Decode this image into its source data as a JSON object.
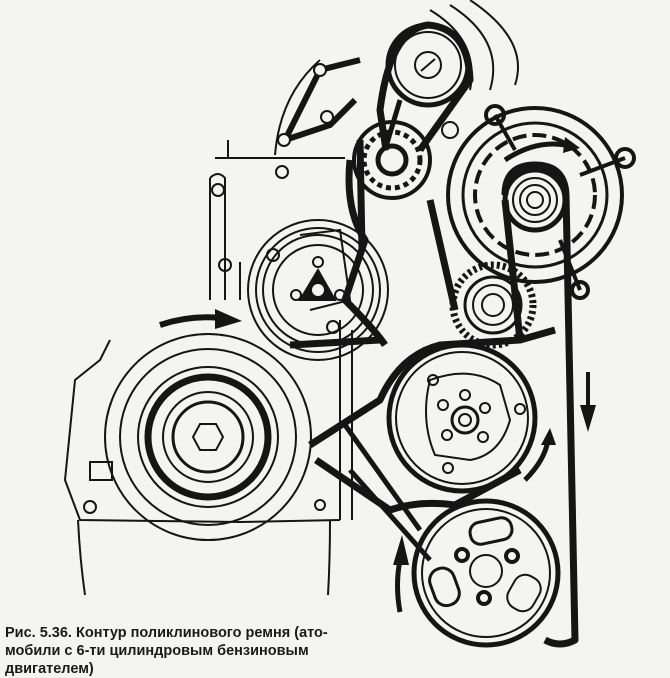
{
  "figure": {
    "type": "serpentine-belt-routing-diagram",
    "components": [
      {
        "id": "idler-top",
        "label": "idler pulley (upper)"
      },
      {
        "id": "tensioner",
        "label": "belt tensioner"
      },
      {
        "id": "ac-compressor-upper",
        "label": "pulley (left-middle)"
      },
      {
        "id": "alternator",
        "label": "alternator"
      },
      {
        "id": "idler-ribbed",
        "label": "ribbed idler pulley"
      },
      {
        "id": "crankshaft",
        "label": "crankshaft pulley"
      },
      {
        "id": "ac-compressor",
        "label": "A/C compressor pulley"
      },
      {
        "id": "power-steering",
        "label": "power steering pump pulley"
      }
    ],
    "arrows": [
      {
        "id": "rotation-arrow-crank",
        "direction": "clockwise"
      },
      {
        "id": "rotation-arrow-alternator",
        "direction": "clockwise"
      },
      {
        "id": "belt-direction-down",
        "direction": "down"
      },
      {
        "id": "belt-direction-up-right",
        "direction": "up"
      },
      {
        "id": "belt-direction-up-left",
        "direction": "up"
      }
    ],
    "colors": {
      "ink": "#151515",
      "paper": "#f4f4f2"
    }
  },
  "caption": {
    "line1": "Рис. 5.36. Контур поликлинового ремня (ато-",
    "line2": "мобили с 6-ти цилиндровым бензиновым",
    "line3": "двигателем)"
  }
}
